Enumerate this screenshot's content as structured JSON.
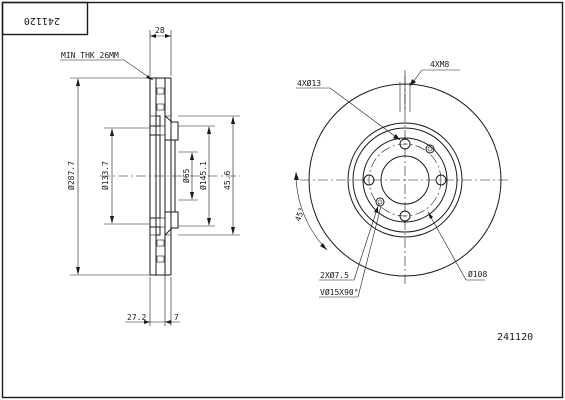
{
  "drawing": {
    "part_number_box": "241120",
    "part_number_bottom": "241120",
    "side_view": {
      "min_thickness_label": "MIN THK 26MM",
      "thickness_top": "28",
      "outer_diameter": "Ø287.7",
      "hub_diameter": "Ø133.7",
      "center_bore_diameter": "Ø65",
      "hat_diameter": "Ø145.1",
      "height": "45.6",
      "offset_bottom": "27.2",
      "flange_bottom": "7"
    },
    "front_view": {
      "bolt_holes_label": "4XØ13",
      "thread_label": "4XM8",
      "angle_label": "45°",
      "pin_holes_label": "2XØ7.5",
      "chamfer_label": "VØ15X90°",
      "pcd_label": "Ø108"
    }
  }
}
